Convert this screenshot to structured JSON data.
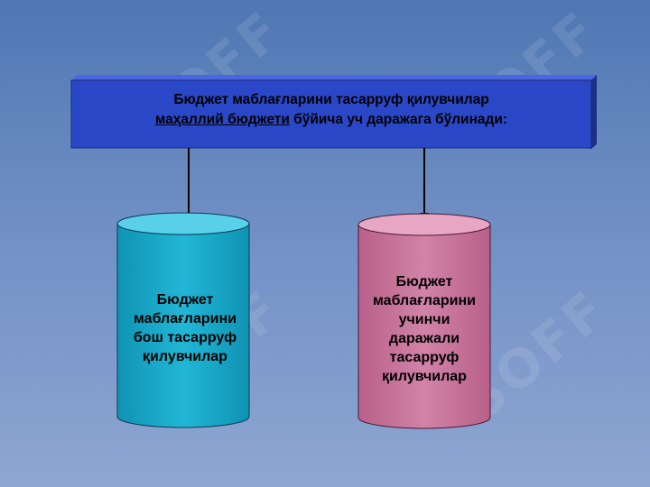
{
  "watermark": "SOFF",
  "banner": {
    "line1": "Бюджет маблағларини тасарруф қилувчилар",
    "line2_underlined": "маҳаллий бюджети",
    "line2_rest": " бўйича уч даражага бўлинади:"
  },
  "left_cylinder": {
    "lines": [
      "Бюджет",
      "маблағларини",
      "бош тасарруф",
      "қилувчилар"
    ],
    "color": "#1aa9c7"
  },
  "right_cylinder": {
    "lines": [
      "Бюджет",
      "маблағларини",
      "учинчи",
      "даражали",
      "тасарруф",
      "қилувчилар"
    ],
    "color": "#c57398"
  },
  "colors": {
    "banner": "#2a47c8",
    "background": "#6383bd"
  }
}
